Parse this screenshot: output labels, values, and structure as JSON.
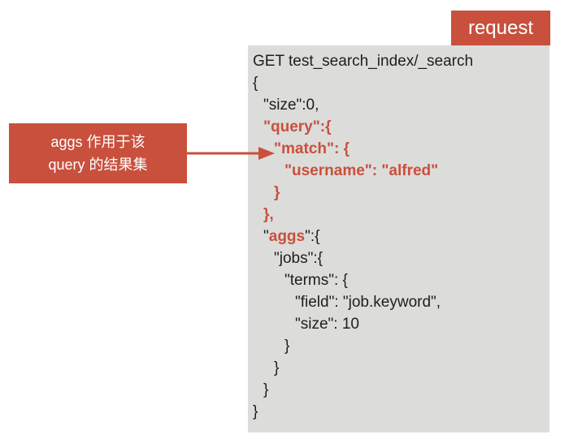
{
  "request_tag": "request",
  "annotation": {
    "line1": "aggs 作用于该",
    "line2": "query 的结果集"
  },
  "code_lines": [
    {
      "indent": 0,
      "parts": [
        {
          "t": "GET test_search_index/_search",
          "hl": false
        }
      ]
    },
    {
      "indent": 0,
      "parts": [
        {
          "t": "{",
          "hl": false
        }
      ]
    },
    {
      "indent": 1,
      "parts": [
        {
          "t": "\"size\":0,",
          "hl": false
        }
      ]
    },
    {
      "indent": 1,
      "parts": [
        {
          "t": "\"query\":{",
          "hl": true
        }
      ]
    },
    {
      "indent": 2,
      "parts": [
        {
          "t": "\"match\": {",
          "hl": true
        }
      ]
    },
    {
      "indent": 3,
      "parts": [
        {
          "t": "\"username\": \"alfred\"",
          "hl": true
        }
      ]
    },
    {
      "indent": 2,
      "parts": [
        {
          "t": "}",
          "hl": true
        }
      ]
    },
    {
      "indent": 1,
      "parts": [
        {
          "t": "},",
          "hl": true
        }
      ]
    },
    {
      "indent": 1,
      "parts": [
        {
          "t": "\"",
          "hl": false
        },
        {
          "t": "aggs",
          "hl": true
        },
        {
          "t": "\":{",
          "hl": false
        }
      ]
    },
    {
      "indent": 2,
      "parts": [
        {
          "t": "\"jobs\":{",
          "hl": false
        }
      ]
    },
    {
      "indent": 3,
      "parts": [
        {
          "t": "\"terms\": {",
          "hl": false
        }
      ]
    },
    {
      "indent": 4,
      "parts": [
        {
          "t": "\"field\": \"job.keyword\",",
          "hl": false
        }
      ]
    },
    {
      "indent": 4,
      "parts": [
        {
          "t": "\"size\": 10",
          "hl": false
        }
      ]
    },
    {
      "indent": 3,
      "parts": [
        {
          "t": "}",
          "hl": false
        }
      ]
    },
    {
      "indent": 2,
      "parts": [
        {
          "t": "}",
          "hl": false
        }
      ]
    },
    {
      "indent": 1,
      "parts": [
        {
          "t": "}",
          "hl": false
        }
      ]
    },
    {
      "indent": 0,
      "parts": [
        {
          "t": "}",
          "hl": false
        }
      ]
    }
  ],
  "colors": {
    "accent": "#c8503c",
    "panel": "#dcdcdb",
    "text": "#1e1e1e"
  }
}
